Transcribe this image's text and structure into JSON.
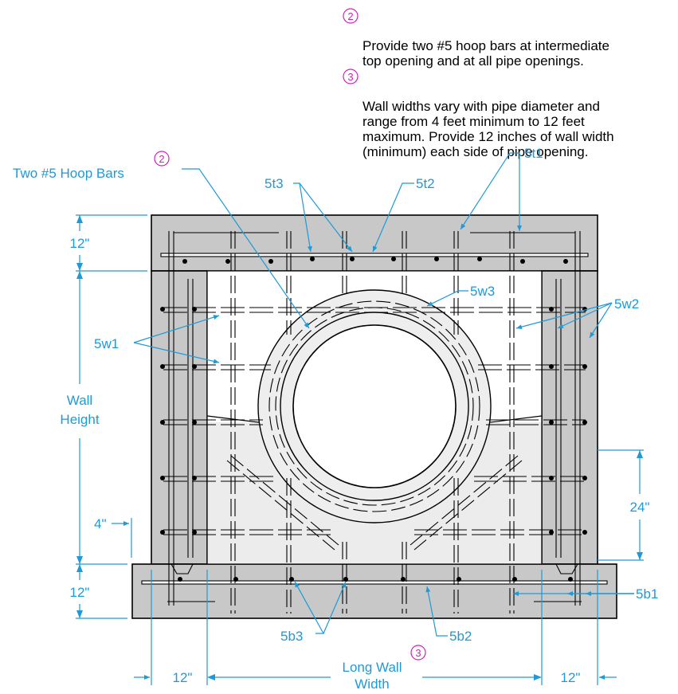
{
  "notes": [
    {
      "marker": "2",
      "text": "Provide two #5 hoop bars at intermediate\ntop opening and at all pipe openings."
    },
    {
      "marker": "3",
      "text": "Wall widths vary with pipe diameter and\nrange from 4 feet minimum to 12 feet\nmaximum. Provide 12 inches of wall width\n(minimum) each side of pipe opening."
    }
  ],
  "labels": {
    "hoop_bars": "Two #5 Hoop Bars",
    "hoop_marker": "2",
    "t1": "5t1",
    "t2": "5t2",
    "t3": "5t3",
    "w1": "5w1",
    "w2": "5w2",
    "w3": "5w3",
    "b1": "5b1",
    "b2": "5b2",
    "b3": "5b3"
  },
  "dimensions": {
    "top_slab": "12\"",
    "wall_height_line1": "Wall",
    "wall_height_line2": "Height",
    "offset": "4\"",
    "bottom_slab": "12\"",
    "side_rise": "24\"",
    "left_wall": "12\"",
    "long_wall_line1": "Long Wall",
    "long_wall_line2": "Width",
    "long_wall_marker": "3",
    "right_wall": "12\""
  },
  "colors": {
    "leader": "#1e9ad6",
    "marker": "#d61fb4",
    "concrete": "#c8c8c8",
    "outline": "#000000"
  }
}
